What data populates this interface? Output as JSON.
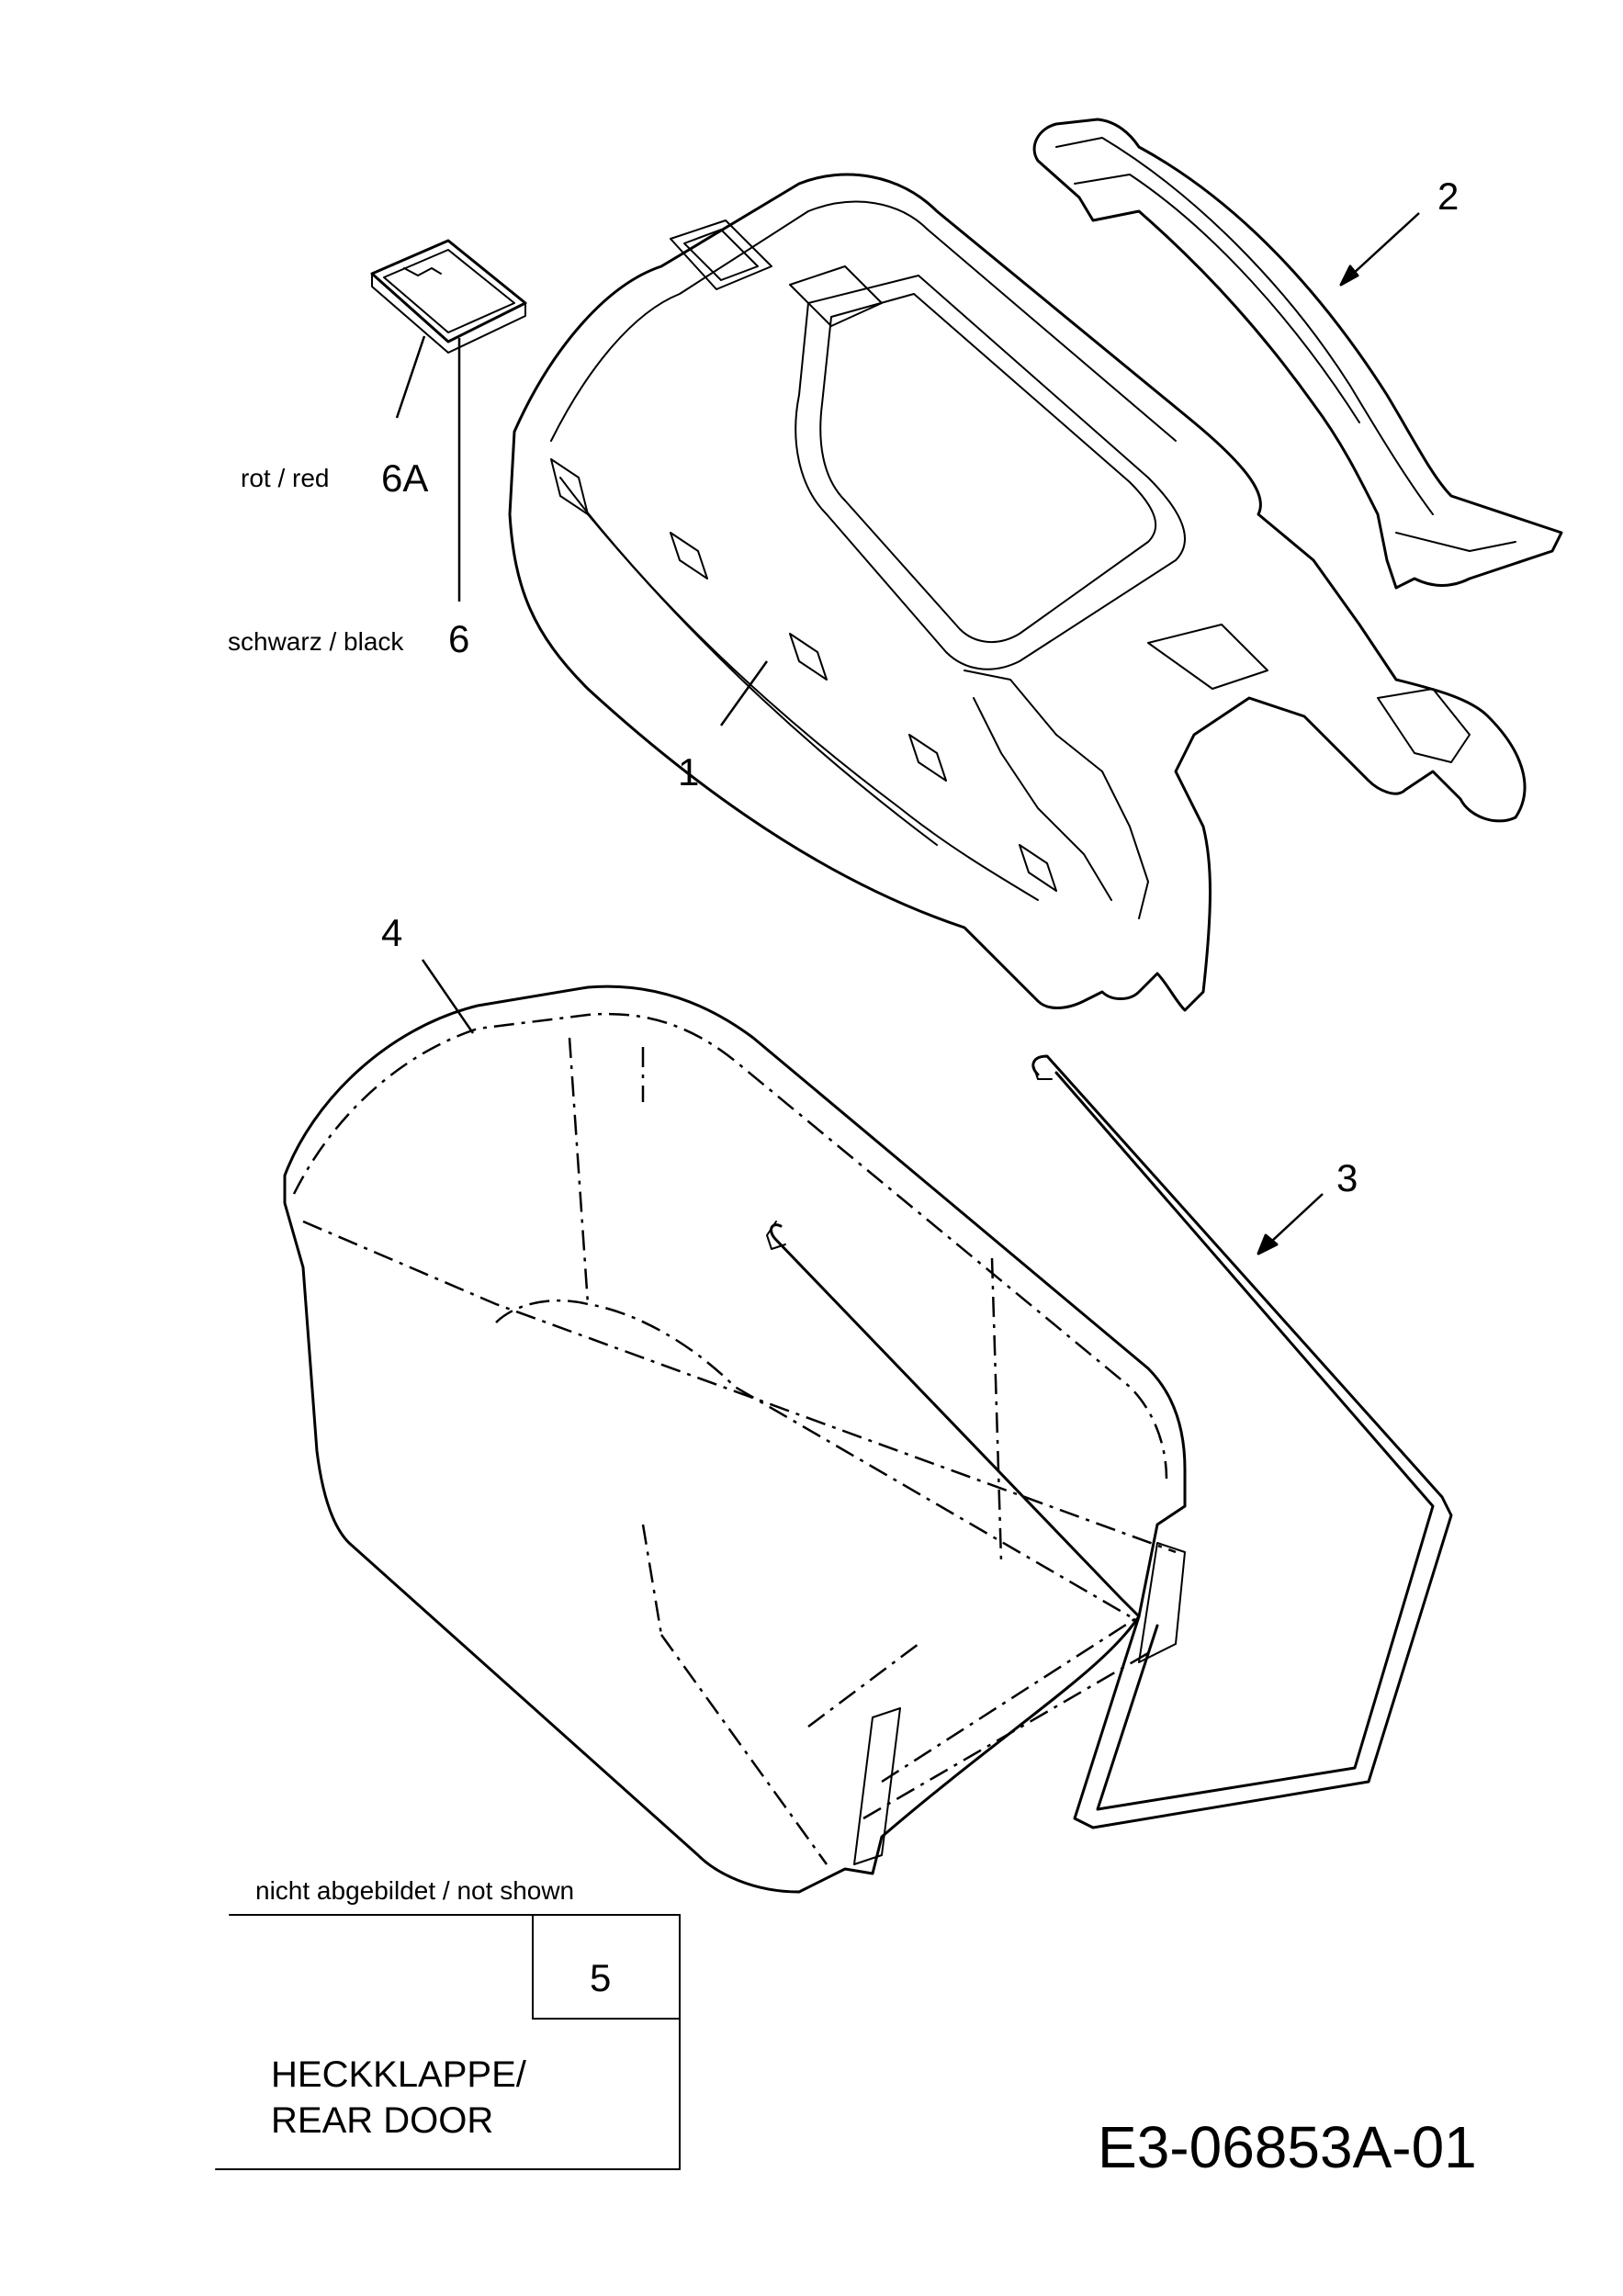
{
  "labels": {
    "part1": "1",
    "part2": "2",
    "part3": "3",
    "part4": "4",
    "part5": "5",
    "part6": "6",
    "part6a": "6A"
  },
  "notes": {
    "red": "rot / red",
    "black": "schwarz / black",
    "not_shown": "nicht abgebildet / not shown"
  },
  "box": {
    "line1": "HECKKLAPPE/",
    "line2": "REAR DOOR"
  },
  "document_number": "E3-06853A-01"
}
